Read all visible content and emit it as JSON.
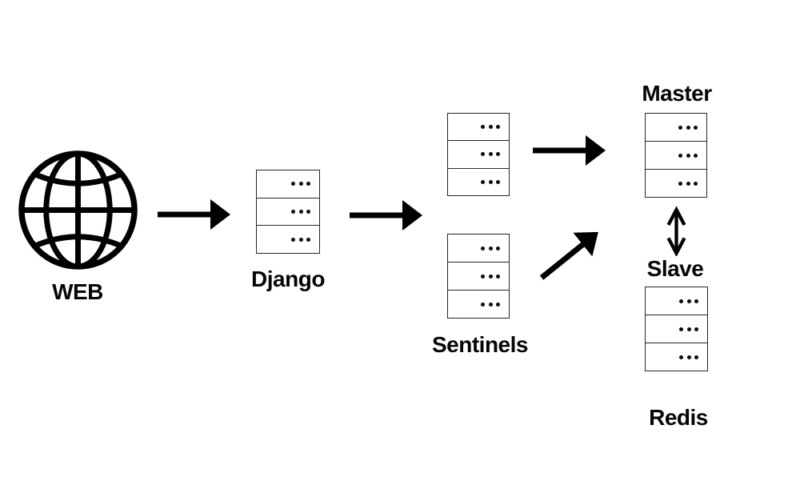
{
  "diagram": {
    "type": "architecture-flow",
    "background": "#ffffff",
    "ink_color": "#000000",
    "nodes": {
      "web": {
        "label": "WEB",
        "icon": "globe-icon"
      },
      "django": {
        "label": "Django",
        "icon": "server-stack"
      },
      "sentinels": {
        "label": "Sentinels",
        "icon": "server-stack-pair"
      },
      "master": {
        "label": "Master",
        "icon": "server-stack"
      },
      "slave": {
        "label": "Slave",
        "icon": "server-stack"
      },
      "redis": {
        "label": "Redis",
        "icon": "none"
      }
    },
    "server_row_glyph": "ellipsis-dots",
    "server_rows_per_stack": 3,
    "edges": [
      {
        "from": "web",
        "to": "django",
        "type": "arrow-right"
      },
      {
        "from": "django",
        "to": "sentinels",
        "type": "arrow-right"
      },
      {
        "from": "sentinels-top",
        "to": "master",
        "type": "arrow-right"
      },
      {
        "from": "sentinels-bottom",
        "to": "master",
        "type": "arrow-up-right"
      },
      {
        "from": "master",
        "to": "slave",
        "type": "arrow-double-vertical"
      }
    ]
  }
}
